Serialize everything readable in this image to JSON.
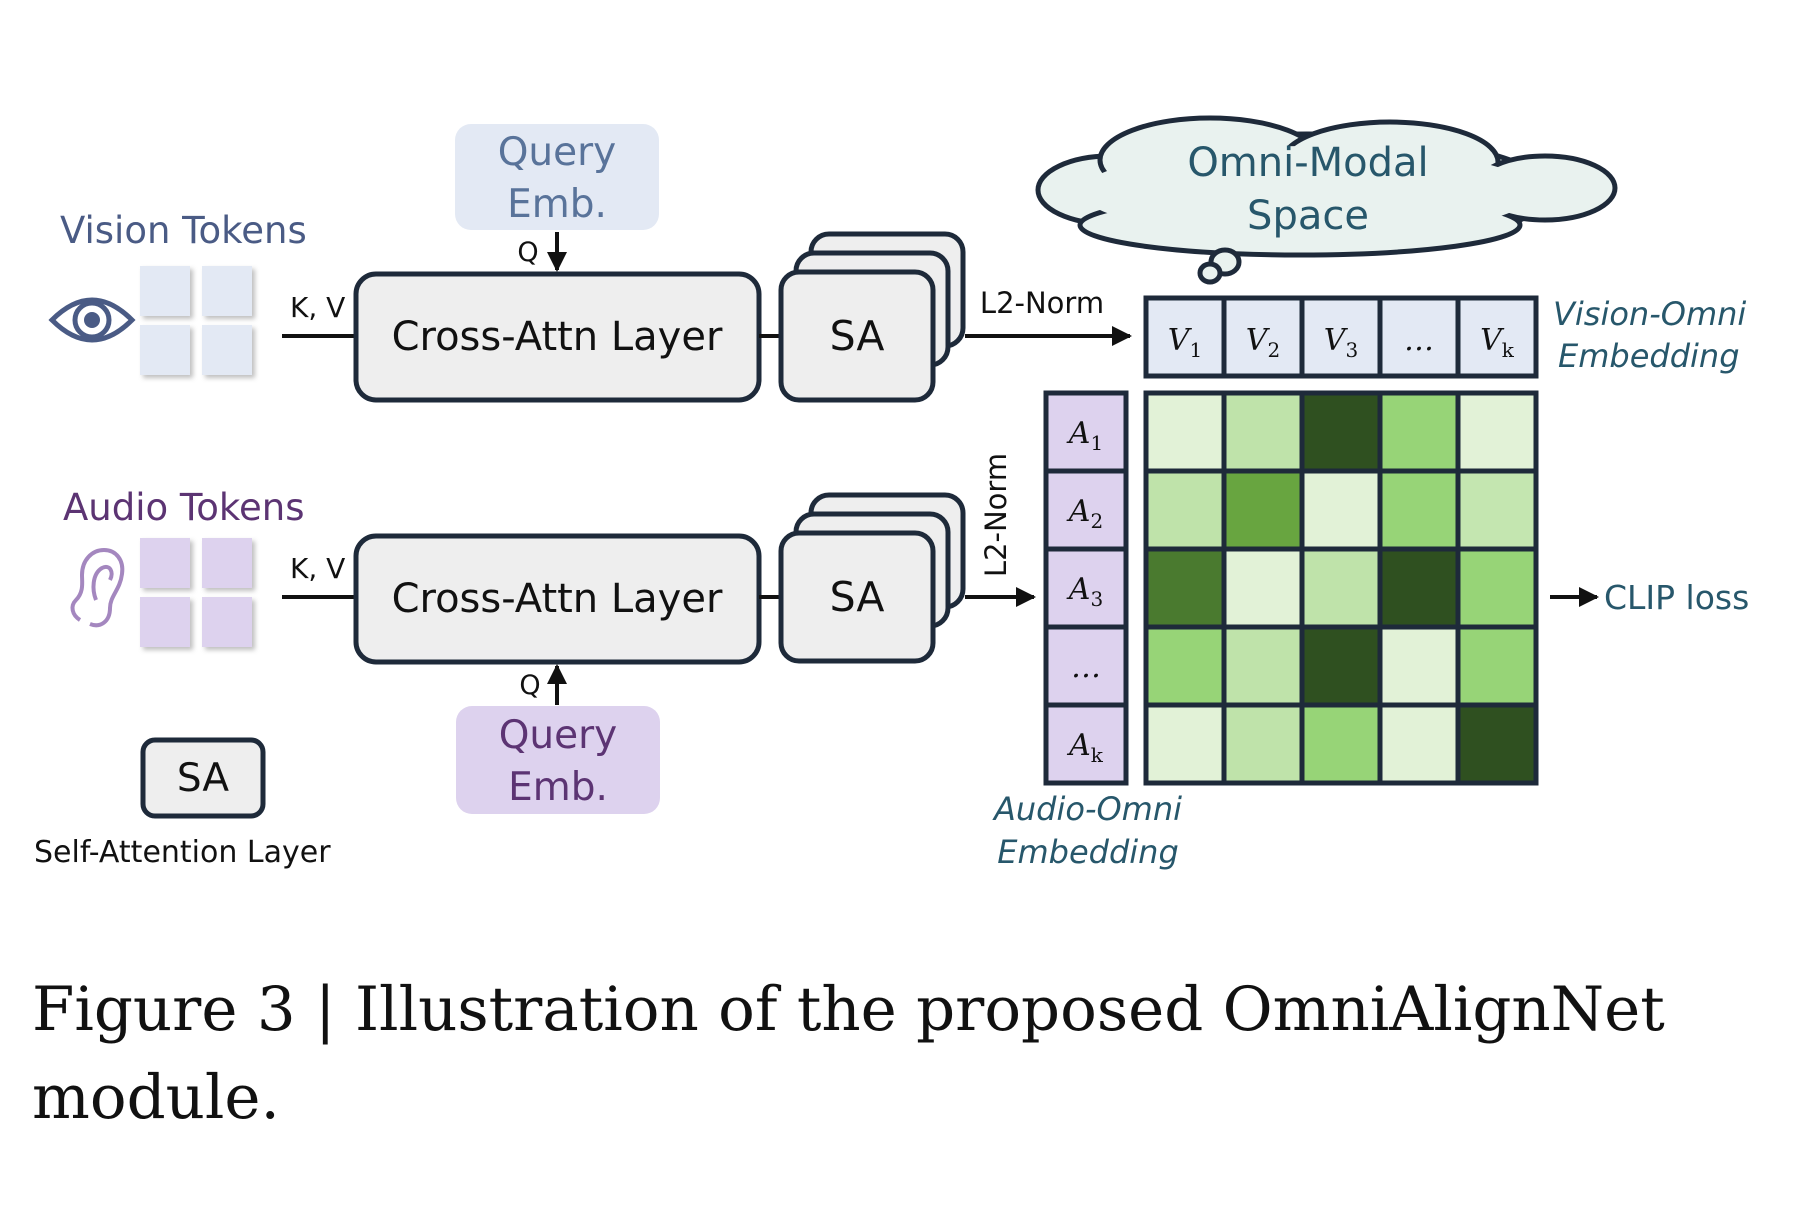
{
  "colors": {
    "vision_text": "#4a5b85",
    "audio_text": "#5c3473",
    "vision_fill": "#e3e9f4",
    "audio_fill": "#ddd2ee",
    "box_fill": "#eeeeee",
    "box_stroke": "#1e2a3a",
    "cloud_fill": "#e9f2ef",
    "cloud_text": "#27576b",
    "embed_label": "#27576b",
    "vision_query_text": "#59739a",
    "audio_query_text": "#5c3473"
  },
  "vision": {
    "title": "Vision Tokens",
    "icon": "eye-icon",
    "kv_label": "K, V",
    "q_label": "Q",
    "query_line1": "Query",
    "query_line2": "Emb.",
    "cross_attn": "Cross-Attn Layer",
    "sa": "SA",
    "norm": "L2-Norm"
  },
  "audio": {
    "title": "Audio Tokens",
    "icon": "ear-icon",
    "kv_label": "K, V",
    "q_label": "Q",
    "query_line1": "Query",
    "query_line2": "Emb.",
    "cross_attn": "Cross-Attn Layer",
    "sa": "SA",
    "norm": "L2-Norm"
  },
  "legend": {
    "sa": "SA",
    "label": "Self-Attention Layer"
  },
  "cloud": {
    "line1": "Omni-Modal",
    "line2": "Space"
  },
  "vision_embeddings": {
    "cells": [
      {
        "base": "V",
        "sub": "1"
      },
      {
        "base": "V",
        "sub": "2"
      },
      {
        "base": "V",
        "sub": "3"
      },
      {
        "base": "…",
        "sub": ""
      },
      {
        "base": "V",
        "sub": "k"
      }
    ],
    "label_line1": "Vision-Omni",
    "label_line2": "Embedding"
  },
  "audio_embeddings": {
    "cells": [
      {
        "base": "A",
        "sub": "1"
      },
      {
        "base": "A",
        "sub": "2"
      },
      {
        "base": "A",
        "sub": "3"
      },
      {
        "base": "…",
        "sub": ""
      },
      {
        "base": "A",
        "sub": "k"
      }
    ],
    "label_line1": "Audio-Omni",
    "label_line2": "Embedding"
  },
  "similarity_matrix": {
    "colors": [
      [
        "#e2f2d7",
        "#bfe3aa",
        "#2f5020",
        "#97d477",
        "#e2f2d7"
      ],
      [
        "#bfe3aa",
        "#68a540",
        "#e2f2d7",
        "#97d477",
        "#c4e6b0"
      ],
      [
        "#4a7a2f",
        "#e2f2d7",
        "#bfe3aa",
        "#2f5020",
        "#97d477"
      ],
      [
        "#97d477",
        "#bfe3aa",
        "#2f5020",
        "#e2f2d7",
        "#97d477"
      ],
      [
        "#e2f2d7",
        "#bfe3aa",
        "#97d477",
        "#e2f2d7",
        "#2f5020"
      ]
    ]
  },
  "loss": "CLIP loss",
  "caption": "Figure 3 | Illustration of the proposed OmniAlignNet module."
}
